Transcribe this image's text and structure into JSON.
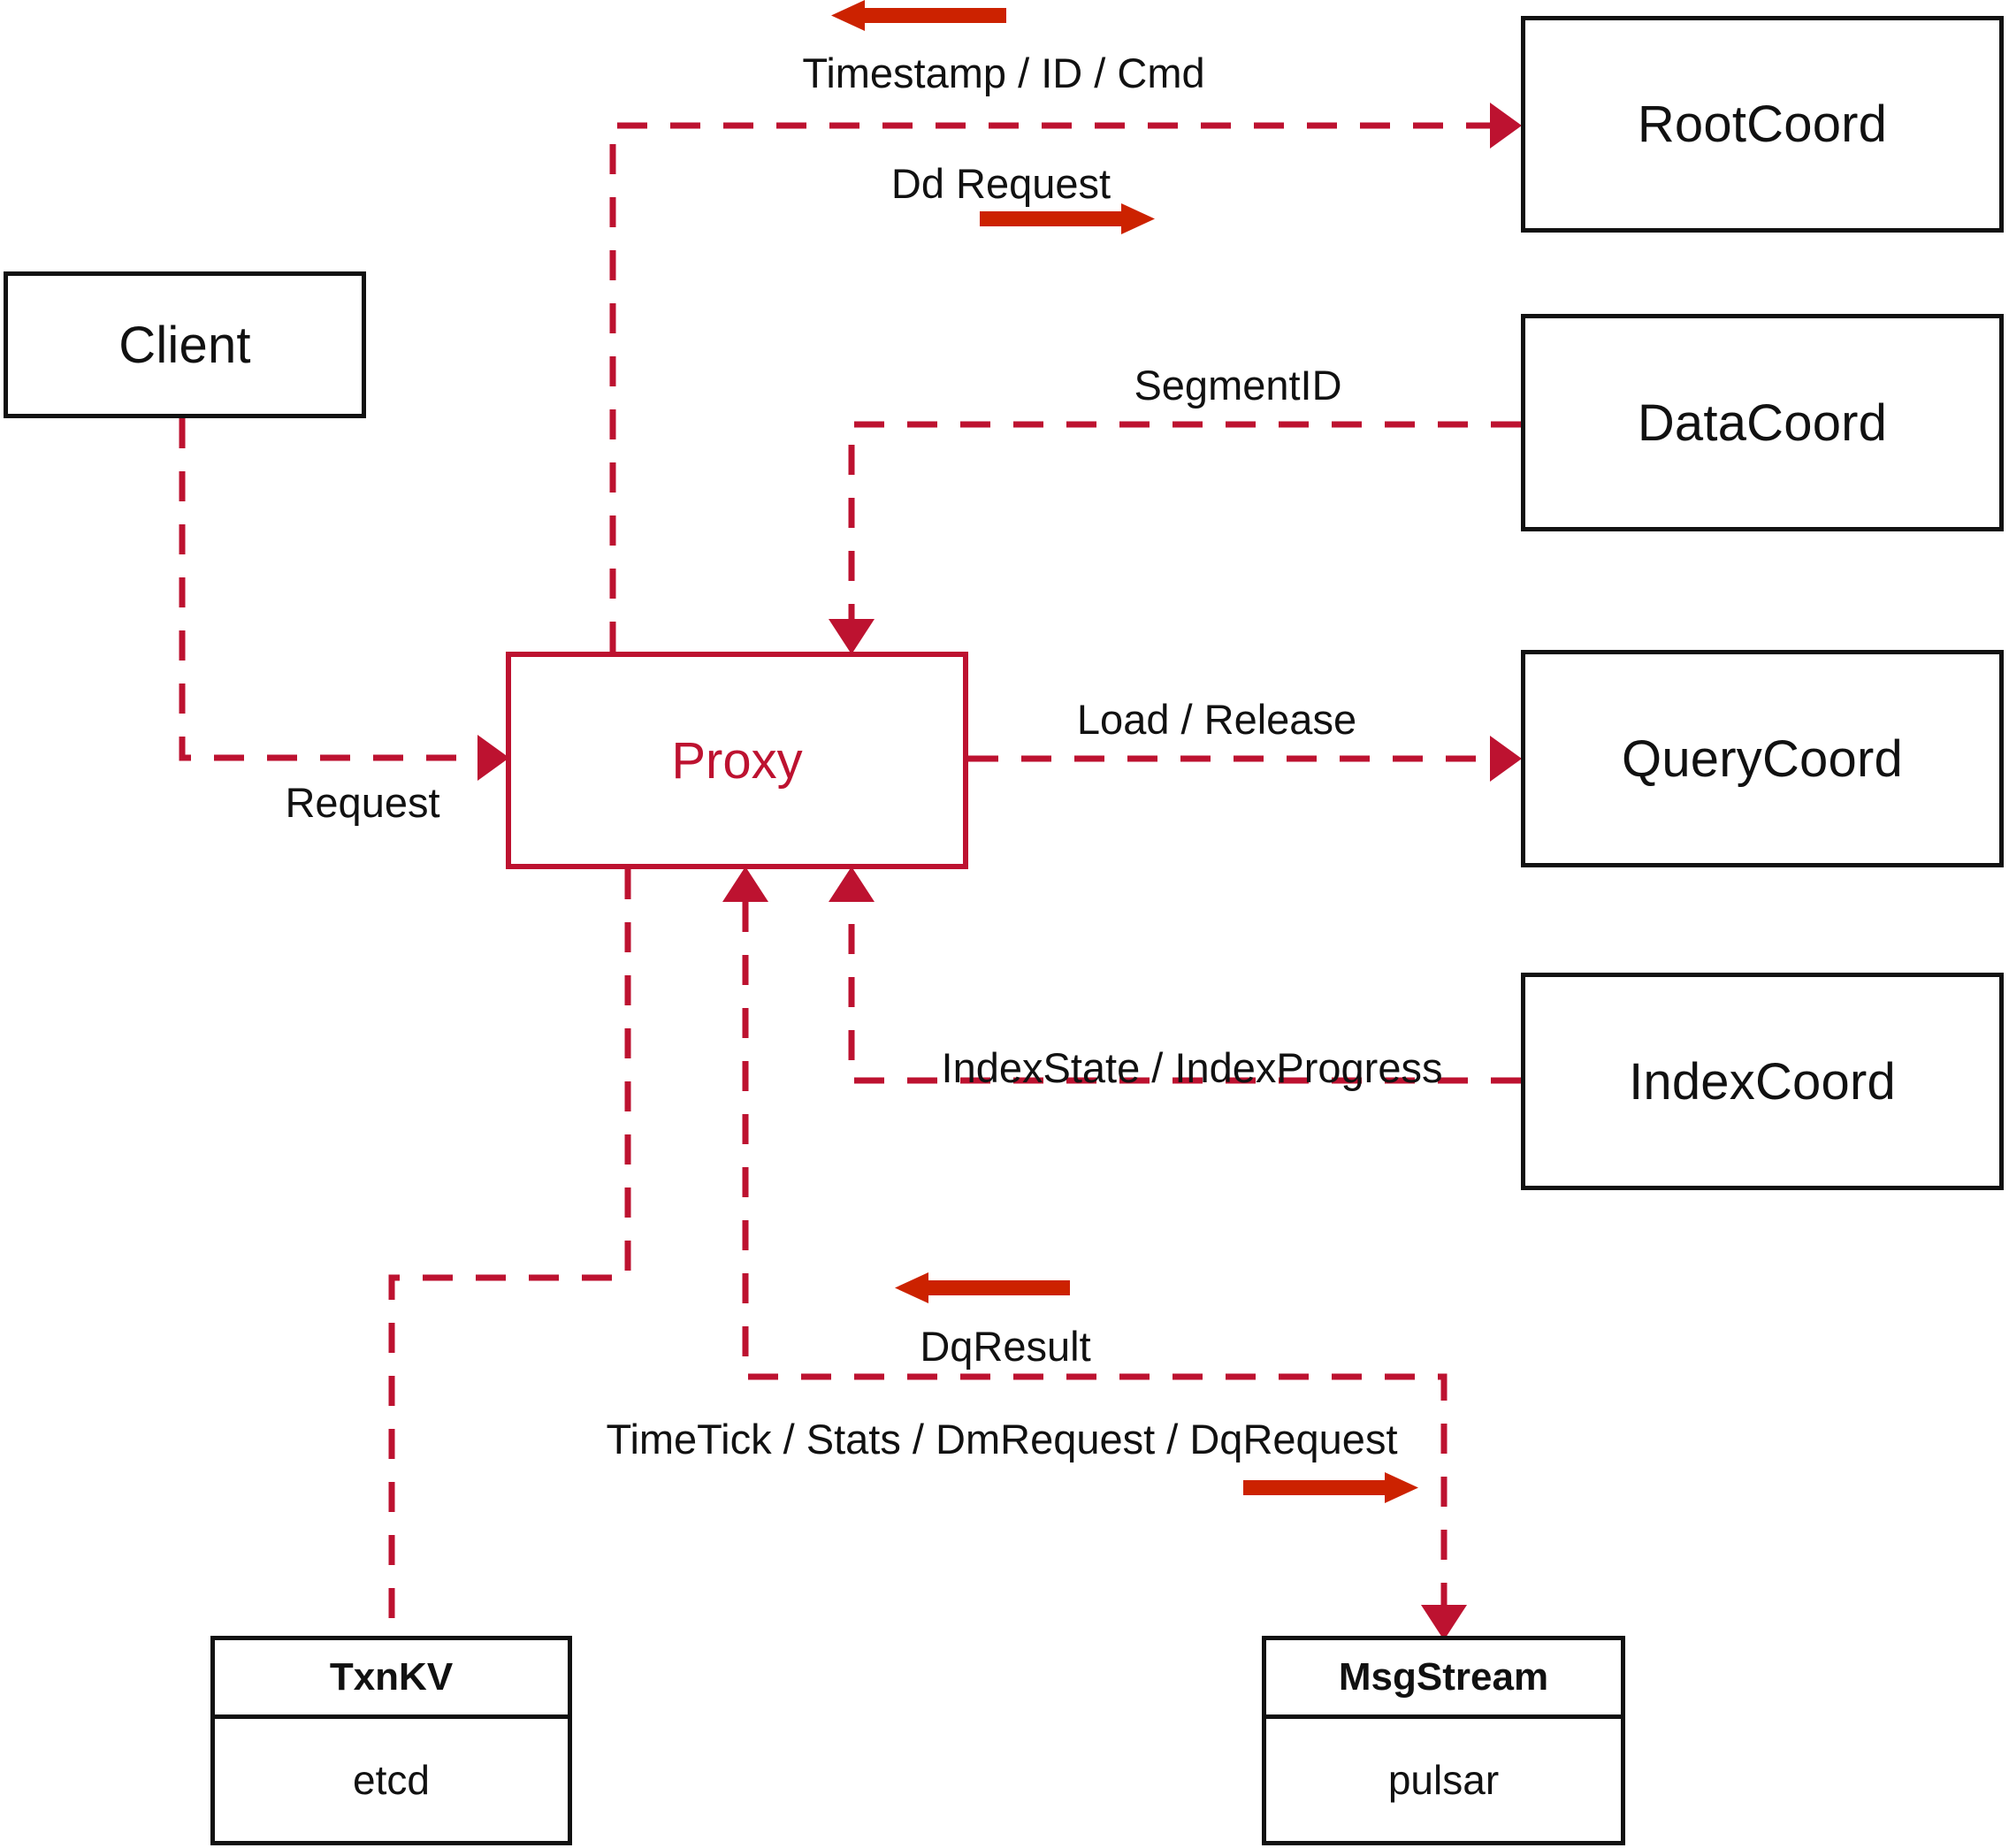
{
  "diagram": {
    "title": "Milvus Proxy interaction diagram",
    "colors": {
      "accent_red": "#bd1230",
      "arrow_red": "#cc2200",
      "node_stroke": "#111111",
      "background": "#ffffff"
    }
  },
  "nodes": {
    "client": {
      "label": "Client"
    },
    "proxy": {
      "label": "Proxy"
    },
    "root_coord": {
      "label": "RootCoord"
    },
    "data_coord": {
      "label": "DataCoord"
    },
    "query_coord": {
      "label": "QueryCoord"
    },
    "index_coord": {
      "label": "IndexCoord"
    },
    "txnkv": {
      "title": "TxnKV",
      "impl": "etcd"
    },
    "msgstream": {
      "title": "MsgStream",
      "impl": "pulsar"
    }
  },
  "edges": [
    {
      "id": "timestamp-id-cmd",
      "label": "Timestamp / ID / Cmd",
      "from": "root_coord",
      "to": "proxy",
      "direction": "left"
    },
    {
      "id": "dd-request",
      "label": "Dd Request",
      "from": "proxy",
      "to": "root_coord",
      "direction": "right"
    },
    {
      "id": "segment-id",
      "label": "SegmentID",
      "from": "data_coord",
      "to": "proxy",
      "direction": "left"
    },
    {
      "id": "request",
      "label": "Request",
      "from": "client",
      "to": "proxy",
      "direction": "right"
    },
    {
      "id": "load-release",
      "label": "Load / Release",
      "from": "proxy",
      "to": "query_coord",
      "direction": "right"
    },
    {
      "id": "index-state",
      "label": "IndexState / IndexProgress",
      "from": "index_coord",
      "to": "proxy",
      "direction": "left"
    },
    {
      "id": "dq-result",
      "label": "DqResult",
      "from": "msgstream",
      "to": "proxy",
      "direction": "left"
    },
    {
      "id": "timetick-stats",
      "label": "TimeTick / Stats / DmRequest / DqRequest",
      "from": "proxy",
      "to": "msgstream",
      "direction": "right"
    },
    {
      "id": "proxy-txnkv",
      "label": "",
      "from": "proxy",
      "to": "txnkv",
      "direction": "none"
    }
  ]
}
